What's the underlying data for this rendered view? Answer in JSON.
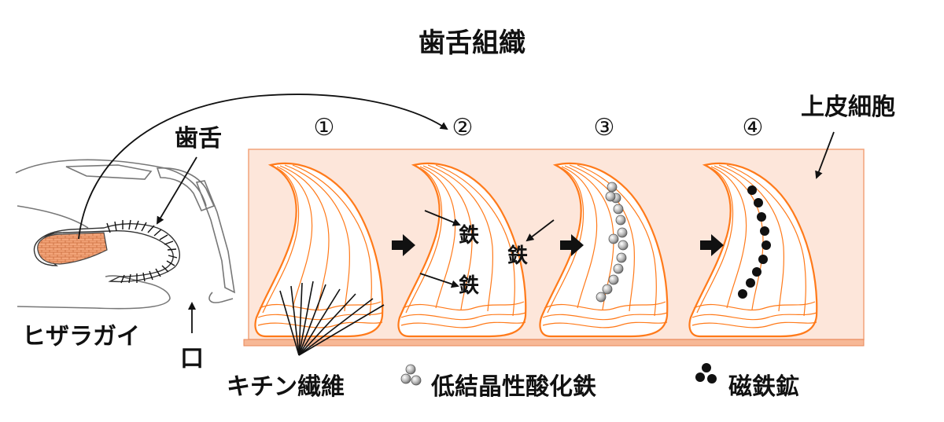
{
  "title": "歯舌組織",
  "labels": {
    "radula": "歯舌",
    "animal": "ヒザラガイ",
    "mouth": "口",
    "epithelium": "上皮細胞",
    "iron": "鉄"
  },
  "stages": [
    "①",
    "②",
    "③",
    "④"
  ],
  "legend": {
    "chitin": "キチン繊維",
    "ferrihydrite": "低結晶性酸化鉄",
    "magnetite": "磁鉄鉱"
  },
  "colors": {
    "tissue_fill": "#fde6da",
    "tissue_stroke": "#f2a37a",
    "tooth_stroke": "#ff7a1a",
    "magnetite": "#111111",
    "ferrihydrite": "#b5b5b5"
  }
}
